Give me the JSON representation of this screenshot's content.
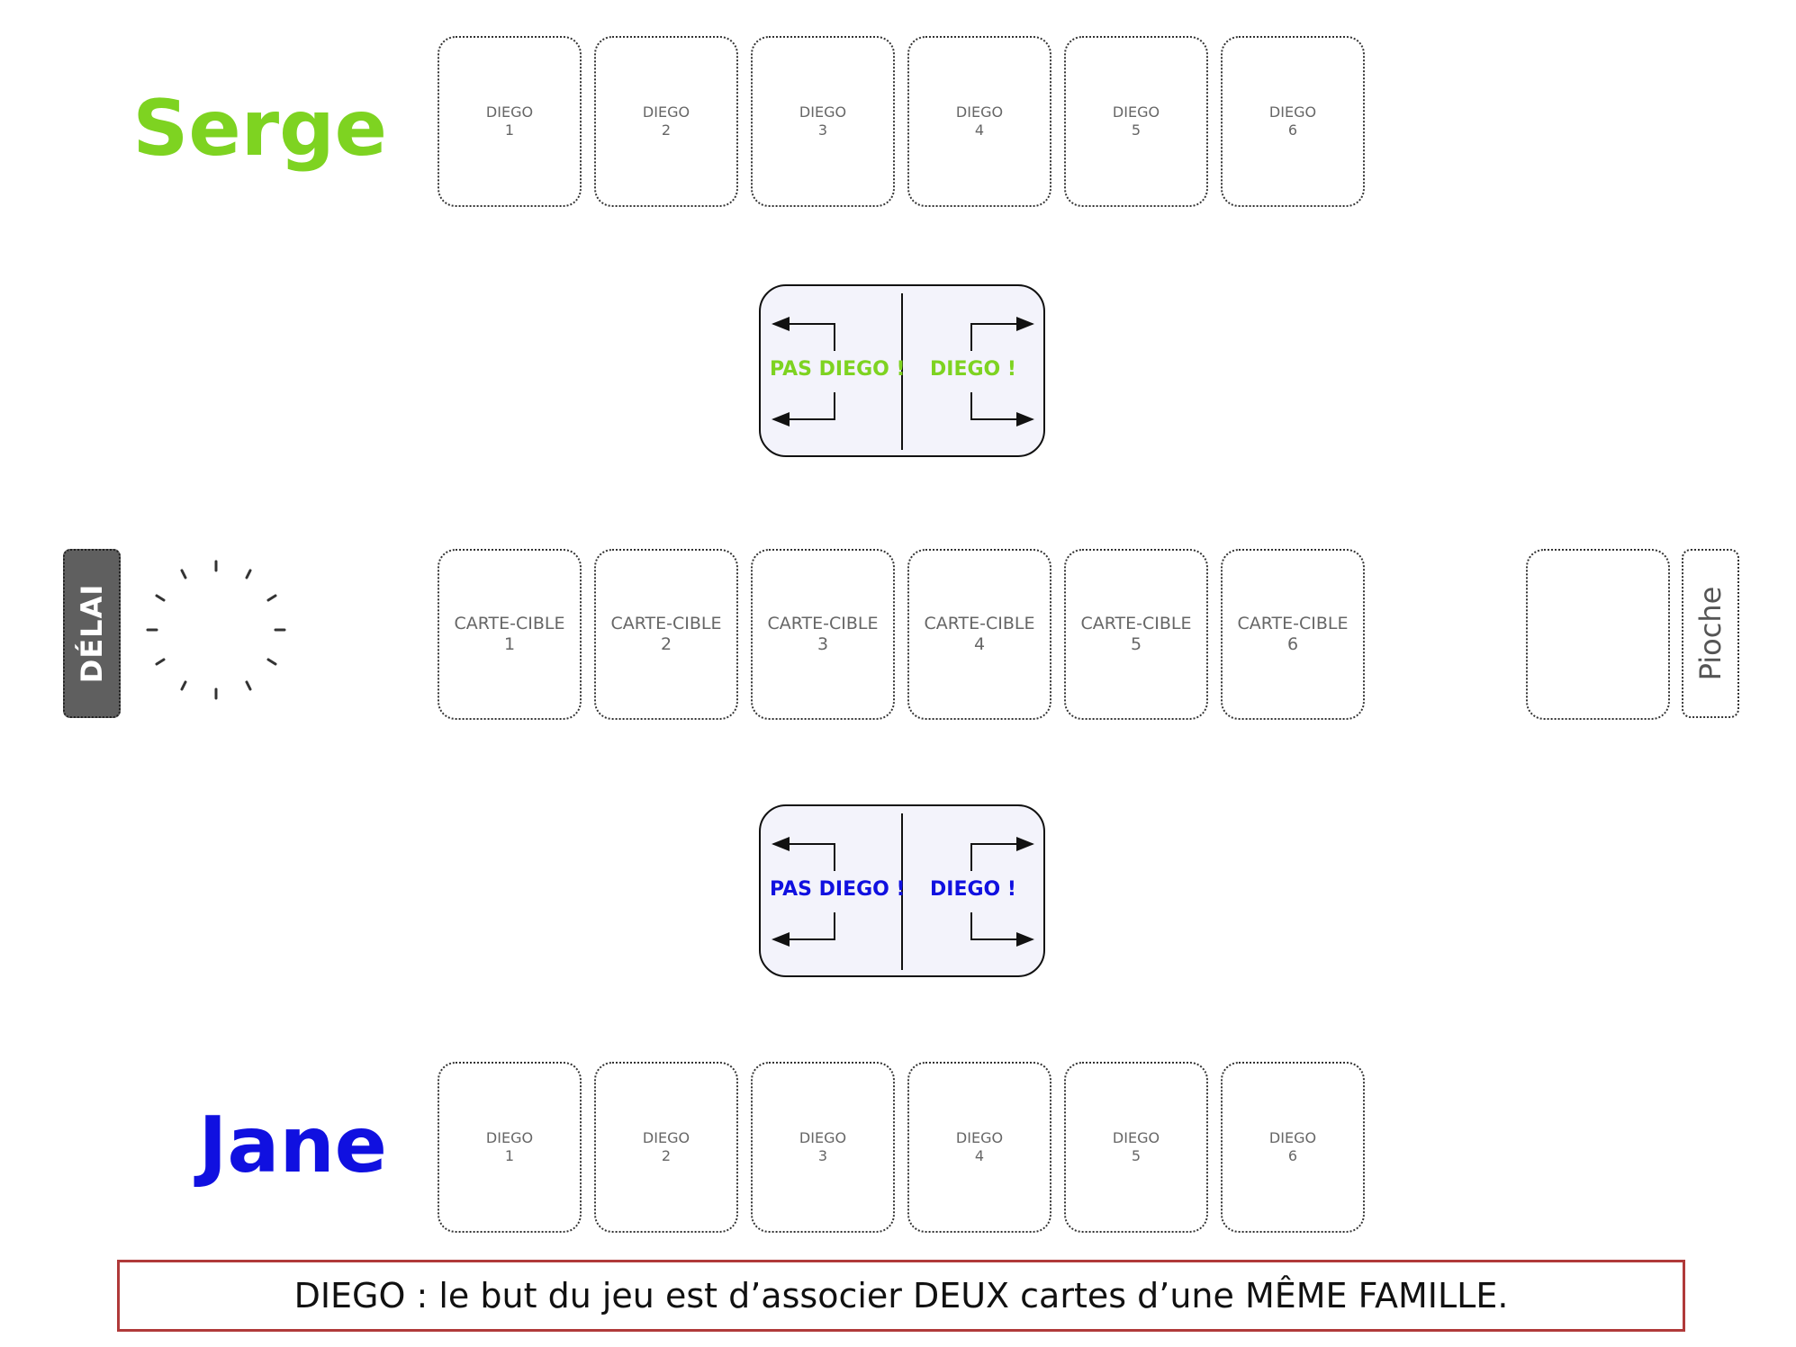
{
  "players": {
    "top": {
      "name": "Serge",
      "color": "#7ed321"
    },
    "bottom": {
      "name": "Jane",
      "color": "#1010e0"
    }
  },
  "hands": {
    "top": [
      {
        "label": "DIEGO",
        "number": "1"
      },
      {
        "label": "DIEGO",
        "number": "2"
      },
      {
        "label": "DIEGO",
        "number": "3"
      },
      {
        "label": "DIEGO",
        "number": "4"
      },
      {
        "label": "DIEGO",
        "number": "5"
      },
      {
        "label": "DIEGO",
        "number": "6"
      }
    ],
    "bottom": [
      {
        "label": "DIEGO",
        "number": "1"
      },
      {
        "label": "DIEGO",
        "number": "2"
      },
      {
        "label": "DIEGO",
        "number": "3"
      },
      {
        "label": "DIEGO",
        "number": "4"
      },
      {
        "label": "DIEGO",
        "number": "5"
      },
      {
        "label": "DIEGO",
        "number": "6"
      }
    ]
  },
  "targets": [
    {
      "label": "CARTE-CIBLE",
      "number": "1"
    },
    {
      "label": "CARTE-CIBLE",
      "number": "2"
    },
    {
      "label": "CARTE-CIBLE",
      "number": "3"
    },
    {
      "label": "CARTE-CIBLE",
      "number": "4"
    },
    {
      "label": "CARTE-CIBLE",
      "number": "5"
    },
    {
      "label": "CARTE-CIBLE",
      "number": "6"
    }
  ],
  "panels": {
    "top": {
      "left_label": "PAS DIEGO !",
      "right_label": "DIEGO !",
      "color": "#7ed321"
    },
    "bottom": {
      "left_label": "PAS DIEGO !",
      "right_label": "DIEGO !",
      "color": "#1010e0"
    }
  },
  "delai": {
    "label": "DÉLAI",
    "icon": "timer-dial-icon"
  },
  "pioche": {
    "label": "Pioche"
  },
  "info": {
    "text": "DIEGO : le but du jeu est d’associer DEUX cartes d’une MÊME FAMILLE."
  },
  "colors": {
    "banner_border": "#b03a3a",
    "panel_bg": "#f3f3fb",
    "delai_bg": "#5f5f5f"
  }
}
